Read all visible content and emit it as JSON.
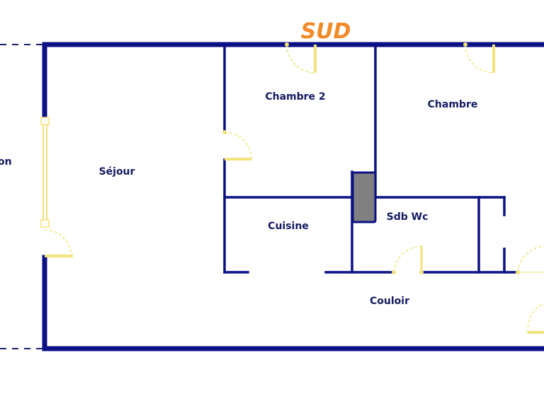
{
  "orientation": "SUD",
  "rooms": {
    "living_partial": "on",
    "sejour": "Séjour",
    "chambre2": "Chambre 2",
    "chambre": "Chambre",
    "cuisine": "Cuisine",
    "sdb_wc": "Sdb Wc",
    "couloir": "Couloir"
  },
  "colors": {
    "wall": "#0b1185",
    "door": "#f2e37a",
    "orientation": "#f28a28",
    "duct": "#808080"
  }
}
